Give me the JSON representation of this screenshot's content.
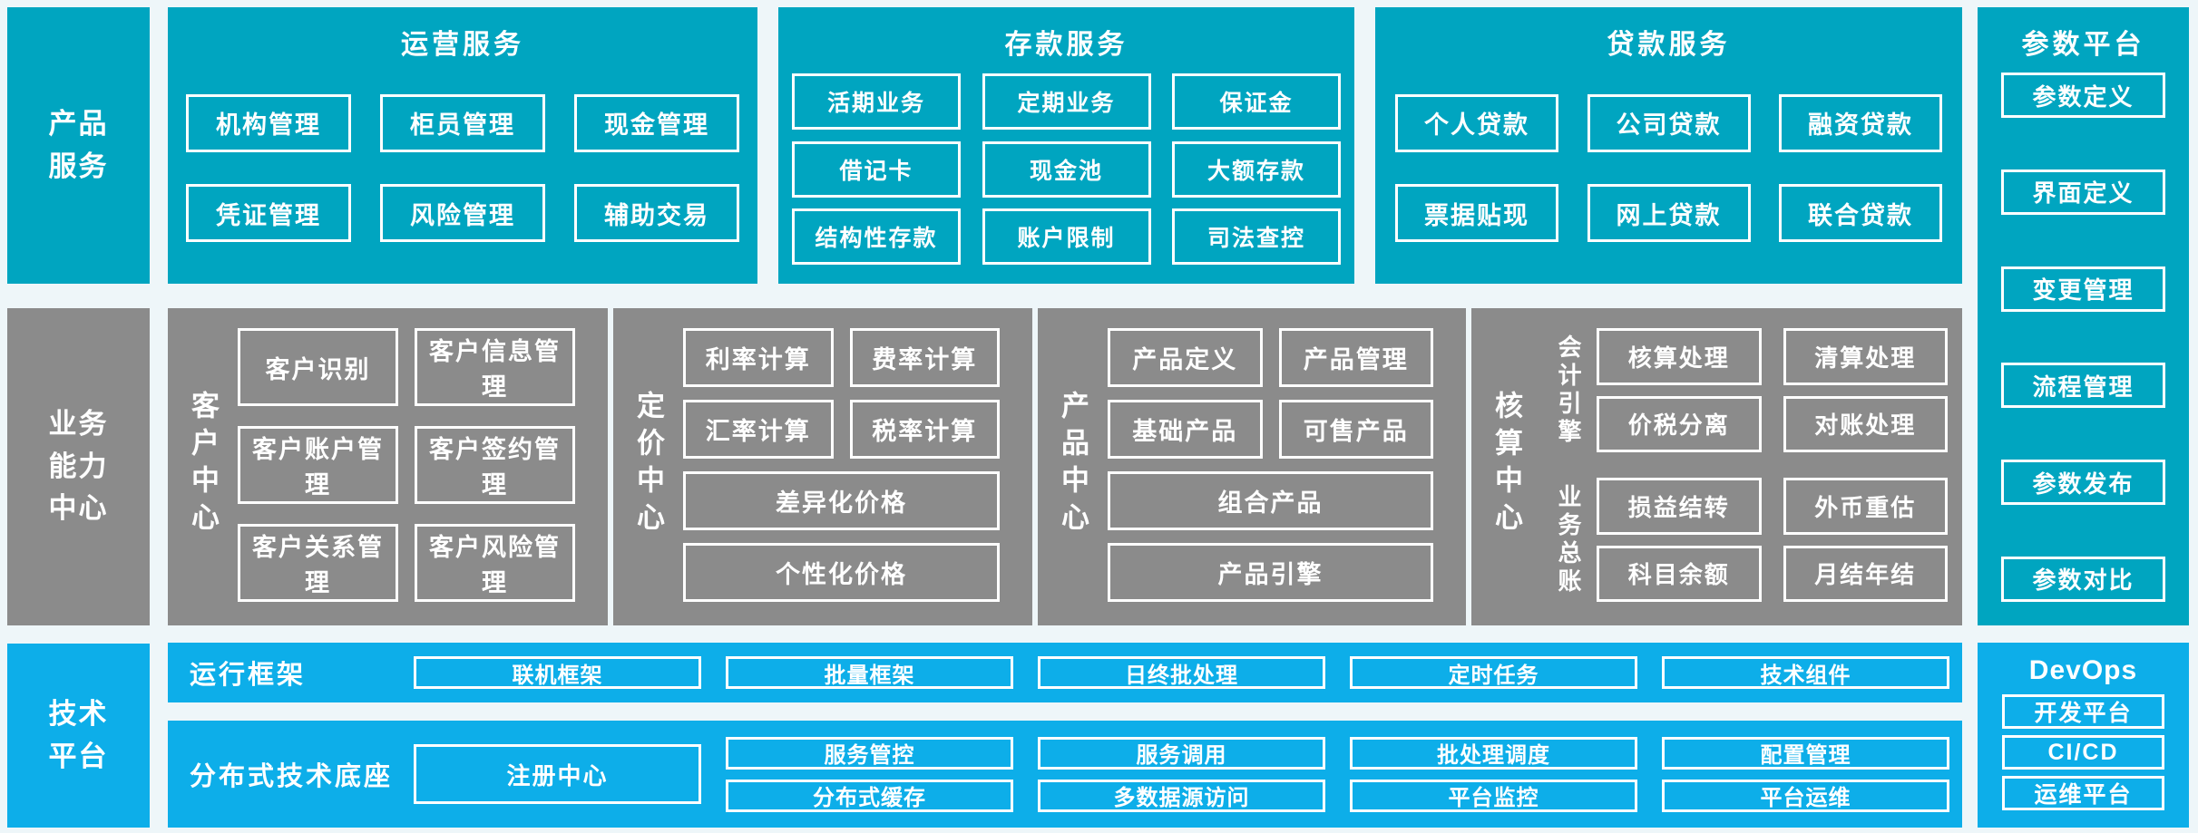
{
  "sidebar": {
    "product": "产品\n服务",
    "capability": "业务\n能力\n中心",
    "tech": "技术\n平台"
  },
  "top": [
    {
      "title": "运营服务",
      "rows": [
        [
          "机构管理",
          "柜员管理",
          "现金管理"
        ],
        [
          "凭证管理",
          "风险管理",
          "辅助交易"
        ]
      ]
    },
    {
      "title": "存款服务",
      "rows": [
        [
          "活期业务",
          "定期业务",
          "保证金"
        ],
        [
          "借记卡",
          "现金池",
          "大额存款"
        ],
        [
          "结构性存款",
          "账户限制",
          "司法查控"
        ]
      ]
    },
    {
      "title": "贷款服务",
      "rows": [
        [
          "个人贷款",
          "公司贷款",
          "融资贷款"
        ],
        [
          "票据贴现",
          "网上贷款",
          "联合贷款"
        ]
      ]
    }
  ],
  "param": {
    "title": "参数平台",
    "items": [
      "参数定义",
      "界面定义",
      "变更管理",
      "流程管理",
      "参数发布",
      "参数对比"
    ]
  },
  "cap": [
    {
      "label": "客户中心",
      "rows": [
        [
          "客户识别",
          "客户信息管理"
        ],
        [
          "客户账户管理",
          "客户签约管理"
        ],
        [
          "客户关系管理",
          "客户风险管理"
        ]
      ]
    },
    {
      "label": "定价中心",
      "rows": [
        [
          "利率计算",
          "费率计算"
        ],
        [
          "汇率计算",
          "税率计算"
        ]
      ],
      "wide": [
        "差异化价格",
        "个性化价格"
      ]
    },
    {
      "label": "产品中心",
      "rows": [
        [
          "产品定义",
          "产品管理"
        ],
        [
          "基础产品",
          "可售产品"
        ]
      ],
      "wide": [
        "组合产品",
        "产品引擎"
      ]
    },
    {
      "label": "核算中心",
      "groups": [
        {
          "label": "会计引擎",
          "rows": [
            [
              "核算处理",
              "清算处理"
            ],
            [
              "价税分离",
              "对账处理"
            ]
          ]
        },
        {
          "label": "业务总账",
          "rows": [
            [
              "损益结转",
              "外币重估"
            ],
            [
              "科目余额",
              "月结年结"
            ]
          ]
        }
      ]
    }
  ],
  "runtime": {
    "label": "运行框架",
    "items": [
      "联机框架",
      "批量框架",
      "日终批处理",
      "定时任务",
      "技术组件"
    ]
  },
  "dist": {
    "label": "分布式技术底座",
    "registry": "注册中心",
    "grid": [
      [
        "服务管控",
        "分布式缓存"
      ],
      [
        "服务调用",
        "多数据源访问"
      ],
      [
        "批处理调度",
        "平台监控"
      ],
      [
        "配置管理",
        "平台运维"
      ]
    ]
  },
  "devops": {
    "title": "DevOps",
    "items": [
      "开发平台",
      "CI/CD",
      "运维平台"
    ]
  },
  "colors": {
    "teal": "#00a5c0",
    "gray": "#8b8b8b",
    "blue": "#0daee9",
    "background": "#eef6f9",
    "box_border": "#ffffff",
    "text": "#ffffff"
  }
}
